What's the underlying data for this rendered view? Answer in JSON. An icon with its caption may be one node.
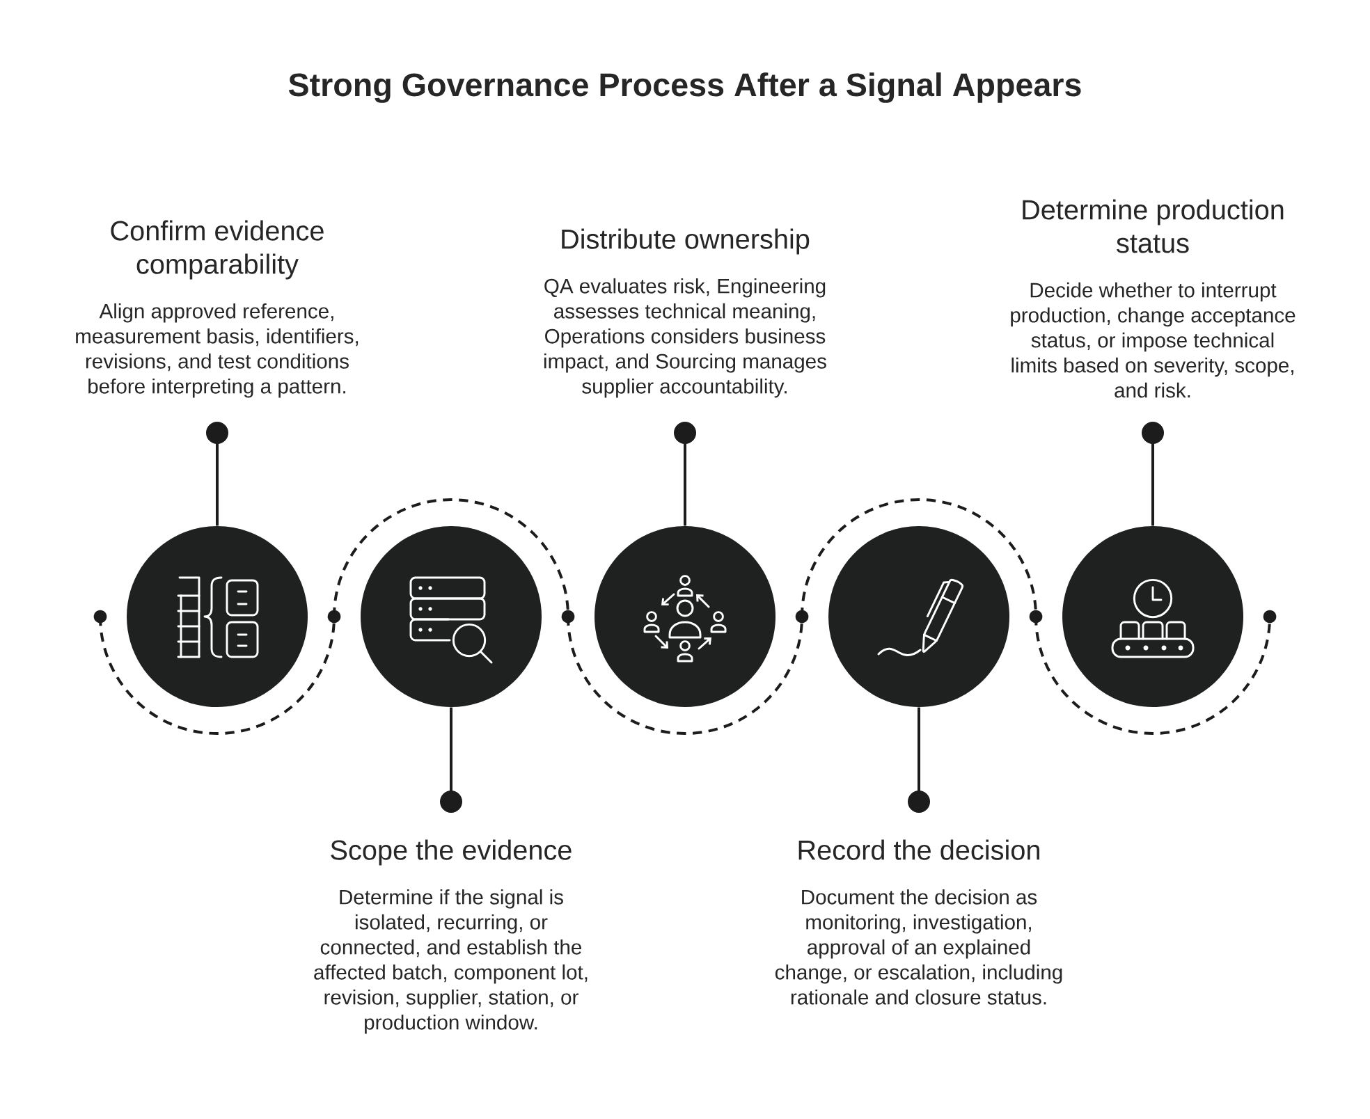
{
  "diagram": {
    "title": "Strong Governance Process After a Signal Appears",
    "nodes": [
      {
        "text": [
          "Confirm evidence comparability",
          "Align approved reference, measurement basis, identifiers, revisions, and test conditions before interpreting a pattern."
        ]
      },
      {
        "text": [],
        "shape": "circle"
      },
      {
        "text": [],
        "shape": "circle"
      },
      {
        "text": [
          "Scope the evidence",
          "Determine if the signal is isolated, recurring, or connected, and establish the affected batch, component lot, revision, supplier, station, or production window."
        ]
      },
      {
        "text": [
          "Distribute ownership",
          "QA evaluates risk, Engineering assesses technical meaning, Operations considers business impact, and Sourcing manages supplier accountability."
        ]
      },
      {
        "text": [],
        "shape": "circle"
      },
      {
        "text": [],
        "shape": "circle"
      },
      {
        "text": [
          "Record the decision",
          "Document the decision as monitoring, investigation, approval of an explained change, or escalation, including rationale and closure status."
        ]
      },
      {
        "text": [
          "Determine production status",
          "Decide whether to interrupt production, change acceptance status, or impose technical limits based on severity, scope, and risk."
        ]
      },
      {
        "text": [],
        "shape": "circle"
      }
    ],
    "edges": [
      {
        "from": 0,
        "to": 1,
        "arrow": "other"
      },
      {
        "from": 3,
        "to": 2,
        "arrow": "other"
      },
      {
        "from": 4,
        "to": 5,
        "arrow": "other"
      },
      {
        "from": 7,
        "to": 6,
        "arrow": "other"
      },
      {
        "from": 8,
        "to": 9,
        "arrow": "other"
      }
    ]
  }
}
